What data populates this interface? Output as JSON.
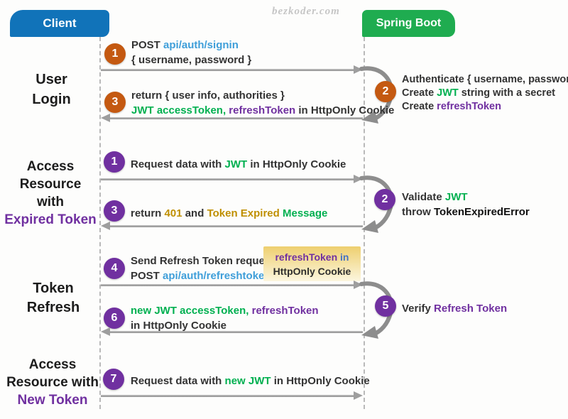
{
  "watermark": "bezkoder.com",
  "actors": {
    "client": "Client",
    "server": "Spring Boot"
  },
  "steps": {
    "s1": "1",
    "s2": "2",
    "s3": "3",
    "t1": "1",
    "t2": "2",
    "t3": "3",
    "t4": "4",
    "t5": "5",
    "t6": "6",
    "t7": "7"
  },
  "labels": {
    "sec1": {
      "l1": "User",
      "l2": "Login"
    },
    "sec2": {
      "l1": "Access",
      "l2": "Resource",
      "l3": "with",
      "accent": "Expired Token"
    },
    "sec3": {
      "l1": "Token",
      "l2": "Refresh"
    },
    "sec4": {
      "l1": "Access",
      "l2": "Resource with",
      "accent": "New Token"
    }
  },
  "messages": {
    "signin": {
      "verb": "POST ",
      "path": "api/auth/signin",
      "body": "{ username, password }"
    },
    "authenticate": {
      "l1": "Authenticate { username, password }",
      "l2a": "Create ",
      "l2b": "JWT",
      "l2c": " string with a secret",
      "l3a": "Create ",
      "l3b": "refreshToken"
    },
    "signin_return": {
      "l1": "return { user info, authorities }",
      "l2a": "JWT accessToken,",
      "l2b": " refreshToken",
      "l2c": " in HttpOnly Cookie"
    },
    "request1": {
      "a": "Request data with ",
      "b": "JWT",
      "c": " in HttpOnly Cookie"
    },
    "validate": {
      "l1a": "Validate ",
      "l1b": "JWT",
      "l2a": "throw ",
      "l2b": "TokenExpiredError"
    },
    "expired": {
      "a": "return ",
      "b": "401",
      "c": " and ",
      "d": "Token Expired",
      "e": " Message"
    },
    "refresh_req": {
      "l1": "Send Refresh Token request",
      "l2a": "POST ",
      "l2b": "api/auth/refreshtoken"
    },
    "note": {
      "a": "refreshToken",
      "b": " in",
      "c": "HttpOnly Cookie"
    },
    "verify": {
      "a": "Verify ",
      "b": "Refresh Token"
    },
    "refresh_ret": {
      "l1a": "new JWT accessToken,",
      "l1b": " refreshToken",
      "l2": "in HttpOnly Cookie"
    },
    "request2": {
      "a": "Request data with ",
      "b": "new JWT",
      "c": " in HttpOnly Cookie"
    }
  },
  "colors": {
    "client_box": "#1173B9",
    "server_box": "#1FAC50",
    "orange_step": "#C45911",
    "purple_step": "#7030A0",
    "green_text": "#00B050",
    "purple_text": "#7030A0",
    "blue_link_text": "#3E9ED9",
    "gold_text": "#BF8F00",
    "note_in_text": "#4472C4",
    "note_bg_top": "#EECF6F",
    "note_bg_bottom": "#FCF6DF",
    "arrow_gray": "#999999"
  }
}
